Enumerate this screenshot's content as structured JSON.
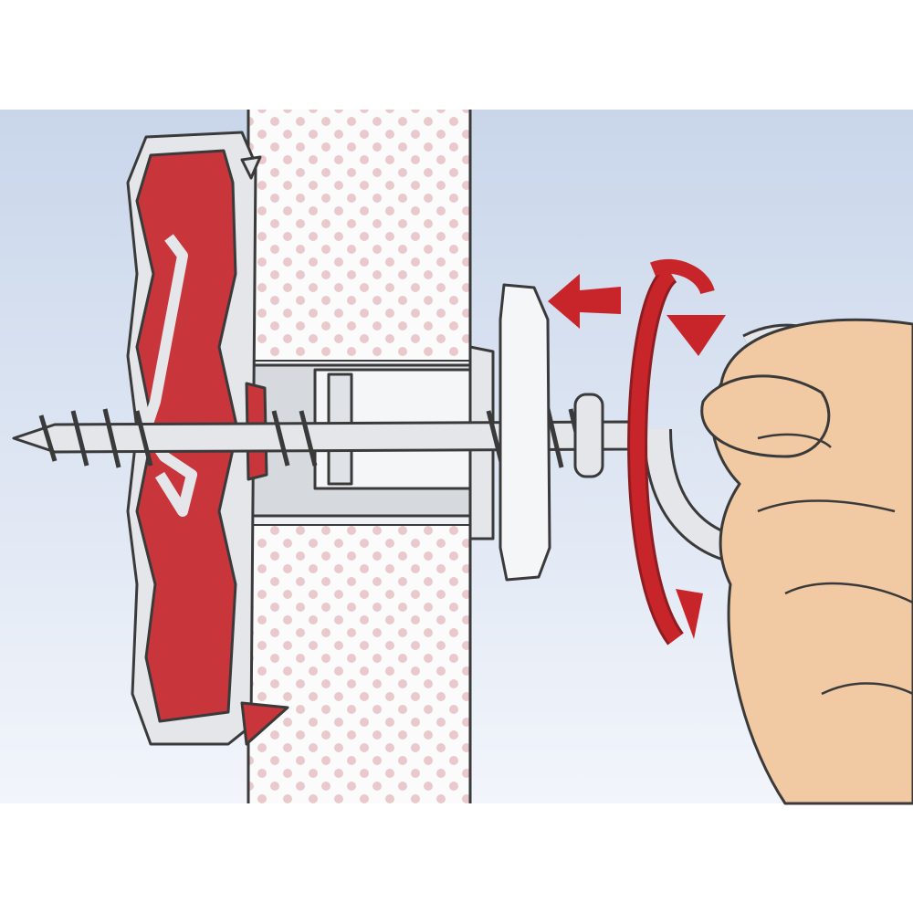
{
  "illustration": {
    "colors": {
      "background_top": "#c9d6ea",
      "background_bottom": "#f2f5fb",
      "wall": "#fbfbfb",
      "wall_dots": "#e9c9cc",
      "anchor_red": "#c8353a",
      "anchor_dark": "#8e1d22",
      "metal": "#e4e6ea",
      "outline": "#3a3a3a",
      "arrow_red": "#c8252b",
      "skin": "#f1c9a2"
    },
    "icons": [
      "wall-anchor",
      "screw",
      "washer-plate",
      "hook-ring",
      "push-left-arrow",
      "rotate-arrow",
      "hand"
    ]
  }
}
